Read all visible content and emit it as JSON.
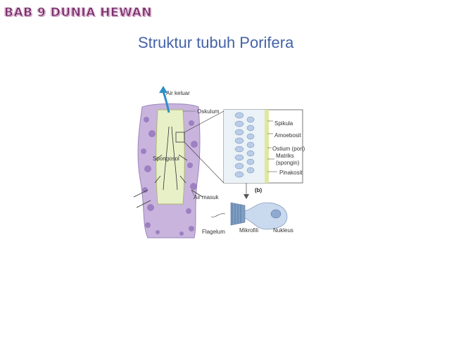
{
  "header": {
    "label": "BAB 9 DUNIA HEWAN"
  },
  "slide": {
    "title": "Struktur tubuh Porifera"
  },
  "diagram": {
    "labels": {
      "air_keluar": "Air keluar",
      "oskulum": "Oskulum",
      "spikula": "Spikula",
      "amoebosit": "Amoebosit",
      "ostium": "Ostium (pori)",
      "matriks": "Matriks",
      "spongin": "(spongin)",
      "pinakosit": "Pinakosit",
      "spongosol": "Spongosol",
      "air_masuk": "Air masuk",
      "panel_b": "(b)",
      "flagelum": "Flagelum",
      "mikrofili": "Mikrofili",
      "nukleus": "Nukleus"
    },
    "colors": {
      "sponge_body": "#c9b4dd",
      "sponge_spots": "#8e6fb8",
      "inner_cavity": "#e8f0c8",
      "arrow": "#2f8fc7",
      "cell": "#b9cde8"
    }
  }
}
